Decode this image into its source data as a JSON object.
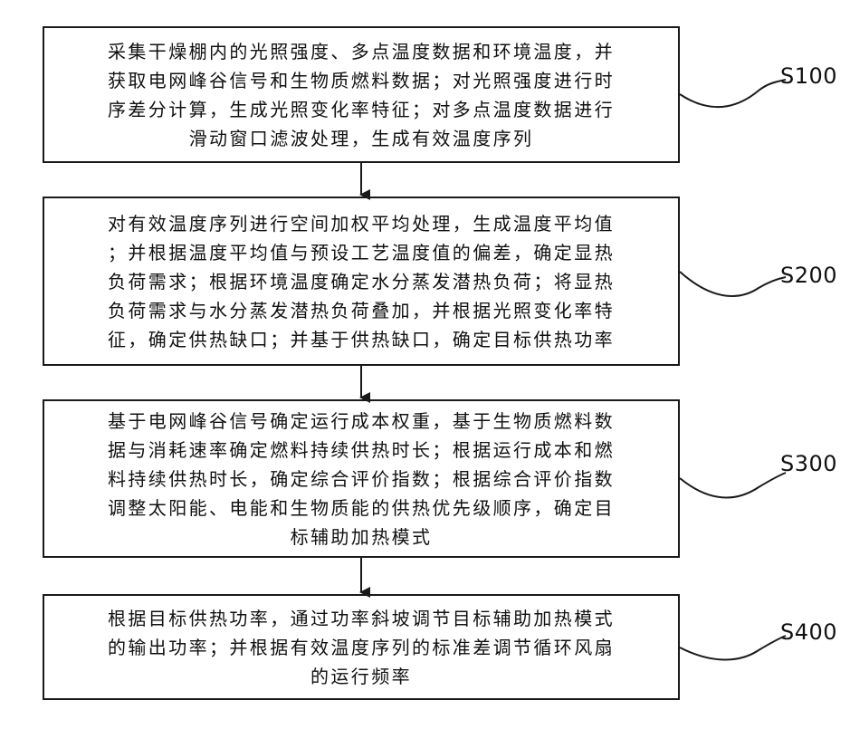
{
  "steps": [
    {
      "label": "S100",
      "text": "采集干燥棚内的光照强度、多点温度数据和环境温度，并\n获取电网峰谷信号和生物质燃料数据；对光照强度进行时\n序差分计算，生成光照变化率特征；对多点温度数据进行\n滑动窗口滤波处理，生成有效温度序列"
    },
    {
      "label": "S200",
      "text": "对有效温度序列进行空间加权平均处理，生成温度平均值\n；并根据温度平均值与预设工艺温度值的偏差，确定显热\n负荷需求；根据环境温度确定水分蒸发潜热负荷；将显热\n负荷需求与水分蒸发潜热负荷叠加，并根据光照变化率特\n征，确定供热缺口；并基于供热缺口，确定目标供热功率"
    },
    {
      "label": "S300",
      "text": "基于电网峰谷信号确定运行成本权重，基于生物质燃料数\n据与消耗速率确定燃料持续供热时长；根据运行成本和燃\n料持续供热时长，确定综合评价指数；根据综合评价指数\n调整太阳能、电能和生物质能的供热优先级顺序，确定目\n标辅助加热模式"
    },
    {
      "label": "S400",
      "text": "根据目标供热功率，通过功率斜坡调节目标辅助加热模式\n的输出功率；并根据有效温度序列的标准差调节循环风扇\n的运行频率"
    }
  ]
}
